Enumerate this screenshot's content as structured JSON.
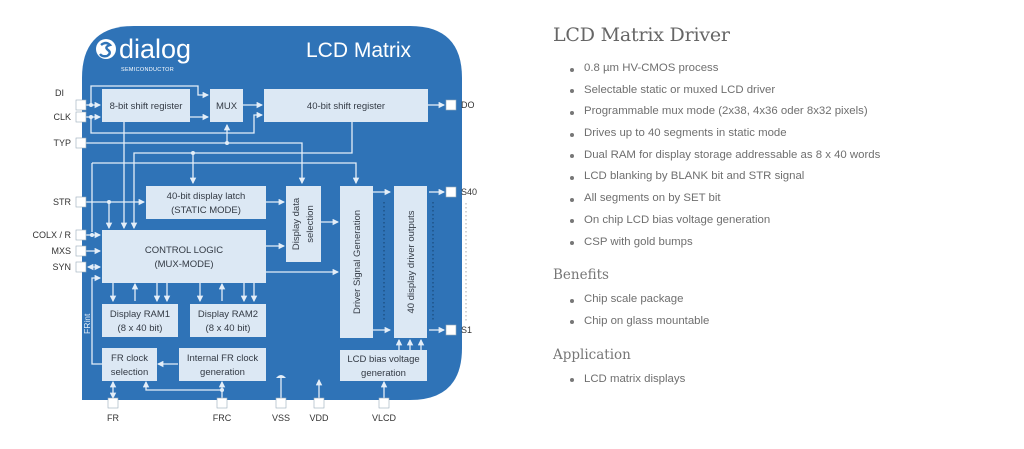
{
  "diagram": {
    "brand": "dialog",
    "brand_sub": "SEMICONDUCTOR",
    "title": "LCD Matrix",
    "colors": {
      "chip": "#2f73b7",
      "block": "#dce8f4",
      "wire": "#e4eef8"
    },
    "blocks": {
      "shift8": "8-bit shift register",
      "mux": "MUX",
      "shift40": "40-bit shift register",
      "latch_l1": "40-bit display latch",
      "latch_l2": "(STATIC MODE)",
      "control_l1": "CONTROL LOGIC",
      "control_l2": "(MUX-MODE)",
      "dds_l1": "Display data",
      "dds_l2": "selection",
      "dsg": "Driver Signal Generation",
      "outputs": "40 display driver outputs",
      "ram1_l1": "Display RAM1",
      "ram1_l2": "(8 x 40 bit)",
      "ram2_l1": "Display RAM2",
      "ram2_l2": "(8 x 40 bit)",
      "frsel_l1": "FR clock",
      "frsel_l2": "selection",
      "frgen_l1": "Internal FR clock",
      "frgen_l2": "generation",
      "bias_l1": "LCD bias voltage",
      "bias_l2": "generation",
      "frint": "FRint"
    },
    "pins": {
      "di": "DI",
      "clk": "CLK",
      "typ": "TYP",
      "str": "STR",
      "colx": "COLX / R",
      "mxs": "MXS",
      "syn": "SYN",
      "do": "DO",
      "s40": "S40",
      "s1": "S1",
      "fr": "FR",
      "frc": "FRC",
      "vss": "VSS",
      "vdd": "VDD",
      "vlcd": "VLCD"
    }
  },
  "side": {
    "title": "LCD Matrix Driver",
    "features": [
      "0.8 µm HV-CMOS process",
      "Selectable static or muxed LCD driver",
      "Programmable mux mode (2x38, 4x36 oder 8x32 pixels)",
      "Drives up to 40 segments in static mode",
      "Dual RAM for display storage addressable as 8 x 40 words",
      "LCD blanking by BLANK bit and STR signal",
      "All segments on by SET bit",
      "On chip LCD bias voltage generation",
      "CSP with gold bumps"
    ],
    "benefits_title": "Benefits",
    "benefits": [
      "Chip scale package",
      "Chip on glass mountable"
    ],
    "application_title": "Application",
    "applications": [
      "LCD matrix displays"
    ]
  }
}
